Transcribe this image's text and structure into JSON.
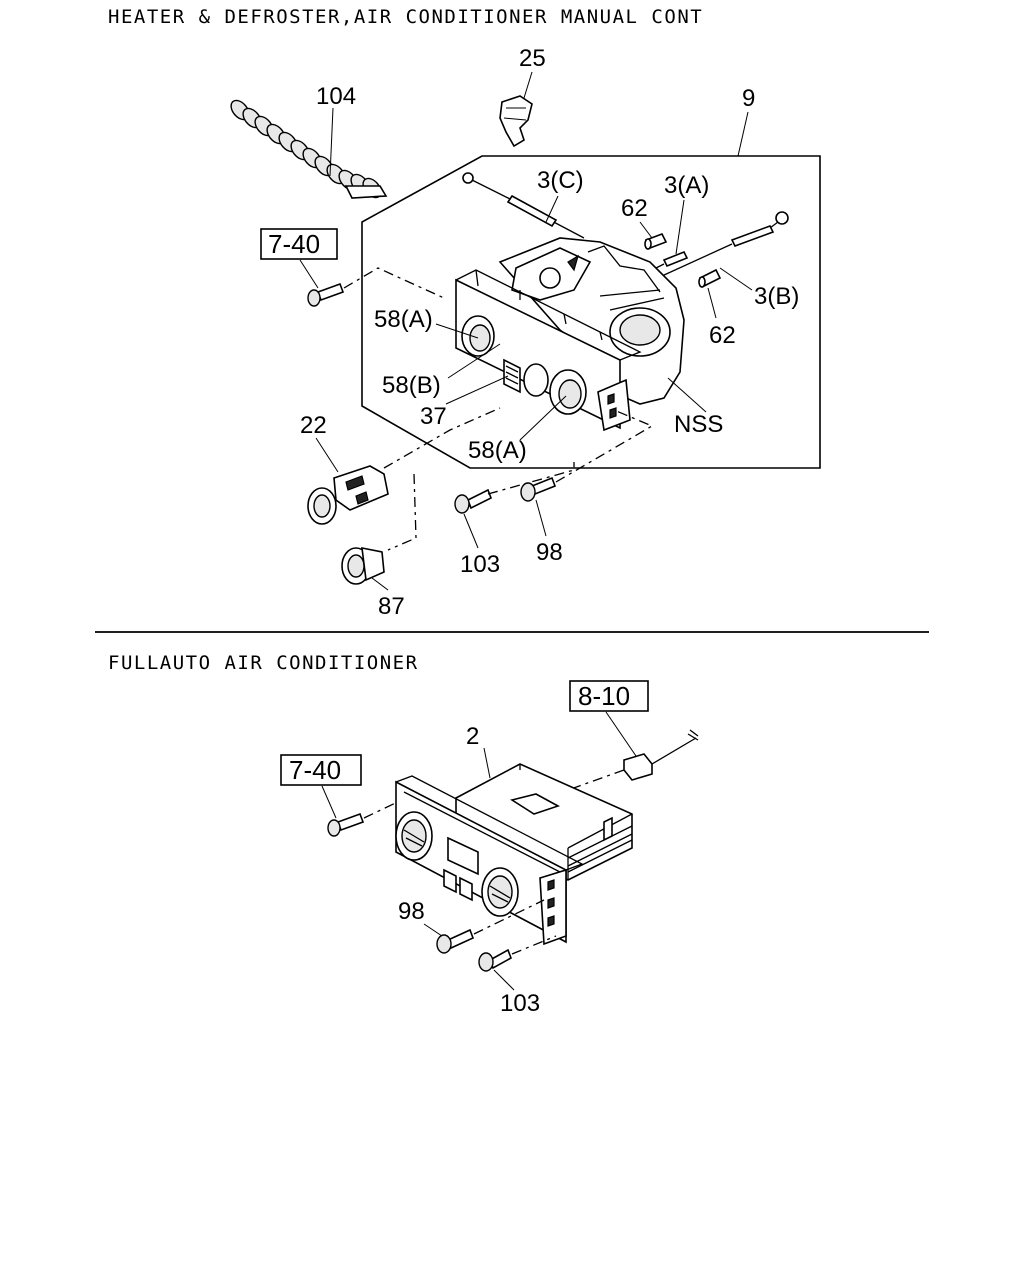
{
  "sections": [
    {
      "title": "HEATER & DEFROSTER,AIR CONDITIONER MANUAL CONT",
      "callouts": [
        "25",
        "104",
        "9",
        "3(C)",
        "3(A)",
        "62",
        "3(B)",
        "62",
        "58(A)",
        "58(B)",
        "37",
        "58(A)",
        "NSS",
        "22",
        "103",
        "98",
        "87"
      ],
      "refs": [
        "7-40"
      ]
    },
    {
      "title": "FULLAUTO AIR CONDITIONER",
      "callouts": [
        "2",
        "98",
        "103"
      ],
      "refs": [
        "8-10",
        "7-40"
      ]
    }
  ]
}
